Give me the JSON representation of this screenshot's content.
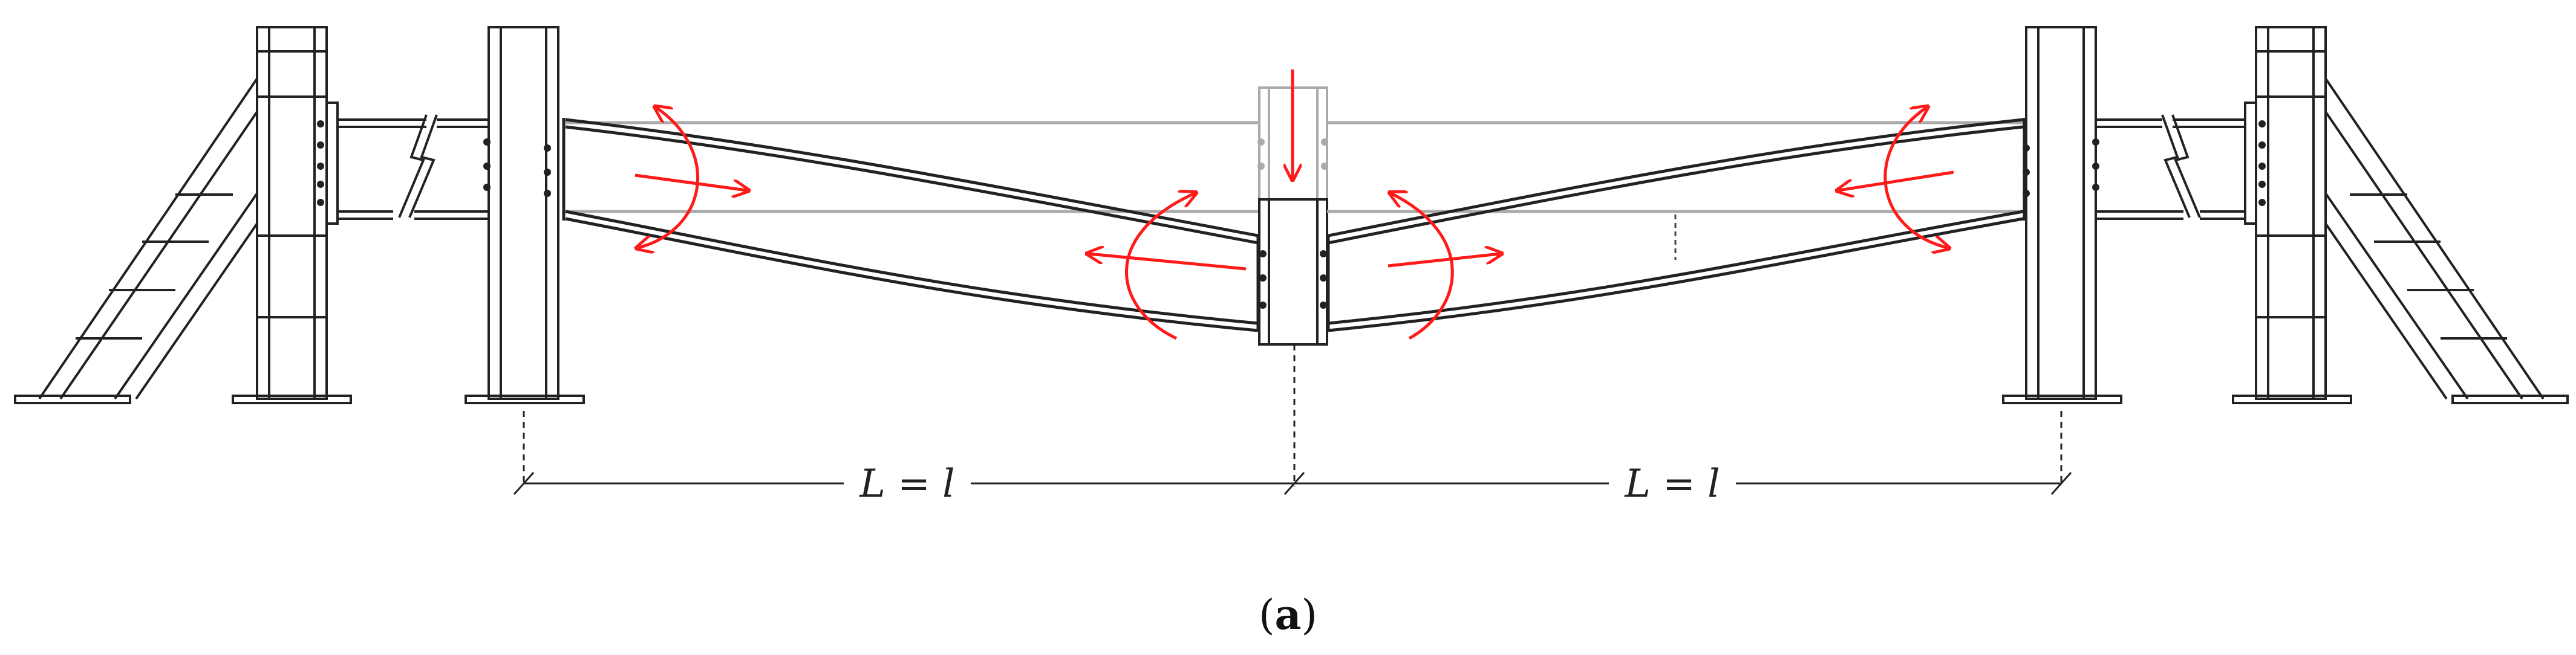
{
  "dimension_labels": {
    "left_span": "L = l",
    "right_span": "L = l"
  },
  "caption": {
    "open": "(",
    "letter": "a",
    "close": ")"
  },
  "colors": {
    "structure": "#222222",
    "light_line": "#aaaaaa",
    "arrows": "#ff1a1a"
  }
}
